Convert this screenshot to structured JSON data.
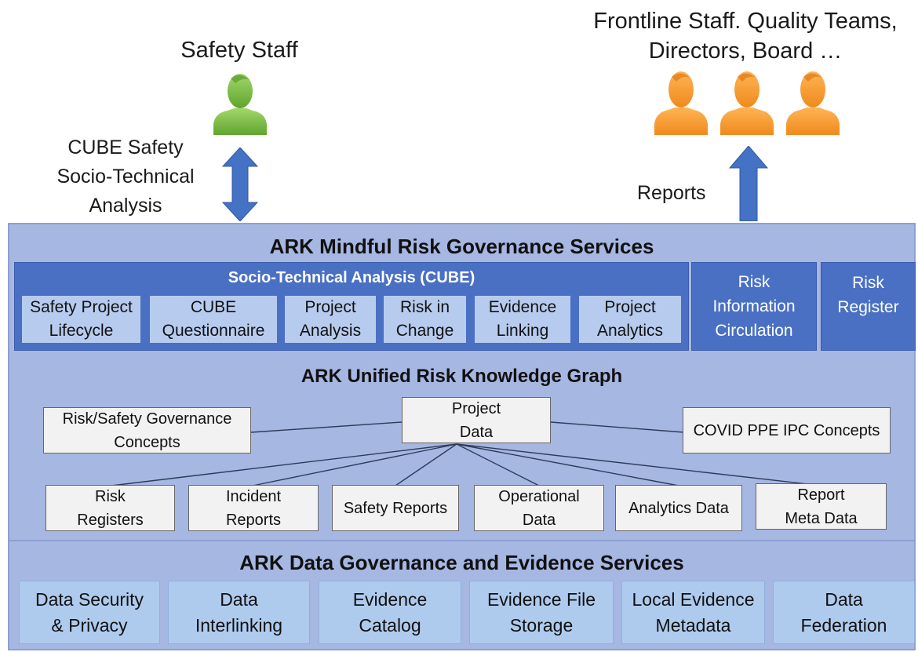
{
  "top": {
    "safety_staff_label": "Safety Staff",
    "frontline_label_line1": "Frontline Staff. Quality Teams,",
    "frontline_label_line2": "Directors, Board …",
    "cube_analysis_line1": "CUBE Safety",
    "cube_analysis_line2": "Socio-Technical",
    "cube_analysis_line3": "Analysis",
    "reports_label": "Reports"
  },
  "colors": {
    "person_green": "#7dc242",
    "person_orange": "#f39a2e",
    "arrow_blue": "#4472c4",
    "panel_blue": "#a6b7e2",
    "dark_blue": "#4a70c4"
  },
  "services": {
    "title": "ARK Mindful Risk Governance Services",
    "cube_title": "Socio-Technical Analysis (CUBE)",
    "cube_items": [
      {
        "line1": "Safety Project",
        "line2": "Lifecycle"
      },
      {
        "line1": "CUBE",
        "line2": "Questionnaire"
      },
      {
        "line1": "Project",
        "line2": "Analysis"
      },
      {
        "line1": "Risk in",
        "line2": "Change"
      },
      {
        "line1": "Evidence",
        "line2": "Linking"
      },
      {
        "line1": "Project",
        "line2": "Analytics"
      }
    ],
    "risk_info": {
      "line1": "Risk",
      "line2": "Information",
      "line3": "Circulation"
    },
    "risk_register": {
      "line1": "Risk",
      "line2": "Register"
    }
  },
  "graph": {
    "title": "ARK Unified Risk Knowledge Graph",
    "concepts_left": {
      "line1": "Risk/Safety Governance",
      "line2": "Concepts"
    },
    "project_data": {
      "line1": "Project",
      "line2": "Data"
    },
    "concepts_right": {
      "line1": "COVID PPE IPC Concepts"
    },
    "sources": [
      {
        "line1": "Risk",
        "line2": "Registers"
      },
      {
        "line1": "Incident",
        "line2": "Reports"
      },
      {
        "line1": "Safety Reports",
        "line2": ""
      },
      {
        "line1": "Operational",
        "line2": "Data"
      },
      {
        "line1": "Analytics Data",
        "line2": ""
      },
      {
        "line1": "Report",
        "line2": "Meta Data"
      }
    ]
  },
  "governance": {
    "title": "ARK Data Governance and Evidence Services",
    "items": [
      {
        "line1": "Data Security",
        "line2": "& Privacy"
      },
      {
        "line1": "Data",
        "line2": "Interlinking"
      },
      {
        "line1": "Evidence",
        "line2": "Catalog"
      },
      {
        "line1": "Evidence File",
        "line2": "Storage"
      },
      {
        "line1": "Local Evidence",
        "line2": "Metadata"
      },
      {
        "line1": "Data",
        "line2": "Federation"
      }
    ]
  }
}
